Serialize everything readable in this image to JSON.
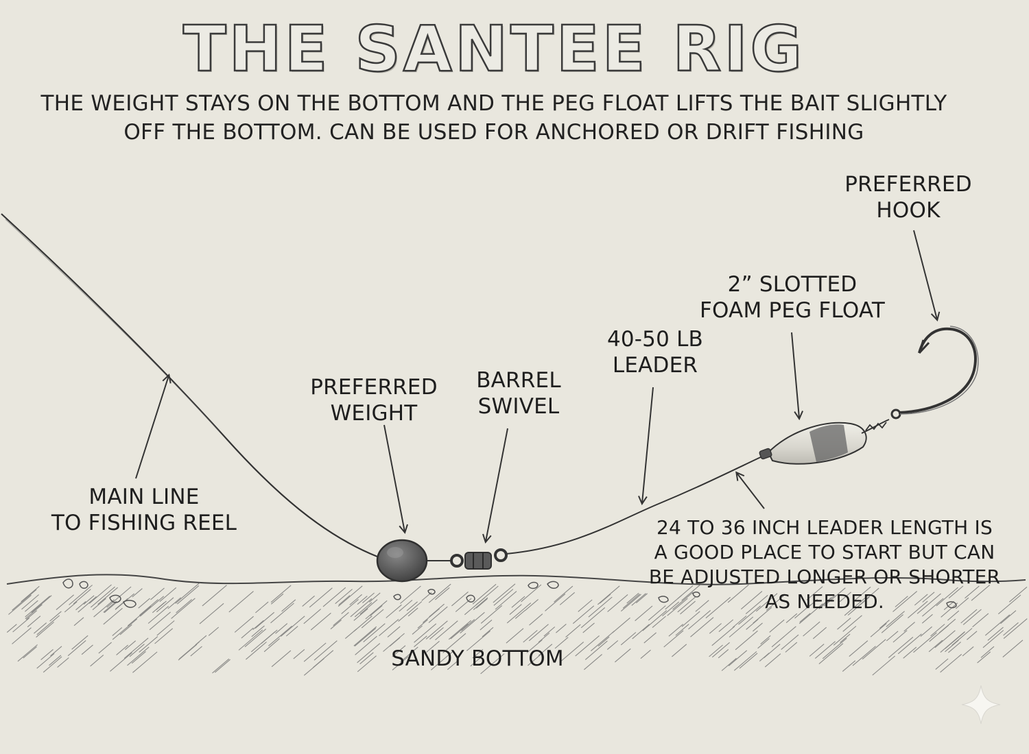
{
  "title": "THE SANTEE RIG",
  "subtitle": "THE WEIGHT STAYS ON THE BOTTOM AND THE PEG FLOAT LIFTS THE BAIT SLIGHTLY OFF THE BOTTOM. CAN BE USED FOR ANCHORED OR DRIFT FISHING",
  "labels": {
    "main_line": {
      "line1": "MAIN LINE",
      "line2": "TO FISHING REEL"
    },
    "weight": {
      "line1": "PREFERRED",
      "line2": "WEIGHT"
    },
    "swivel": {
      "line1": "BARREL",
      "line2": "SWIVEL"
    },
    "leader": {
      "line1": "40-50 LB",
      "line2": "LEADER"
    },
    "float": {
      "line1": "2” SLOTTED",
      "line2": "FOAM PEG FLOAT"
    },
    "hook": {
      "line1": "PREFERRED",
      "line2": "HOOK"
    },
    "leader_length": {
      "line1": "24 TO 36 INCH LEADER LENGTH IS",
      "line2": "A GOOD PLACE TO START BUT CAN",
      "line3": "BE ADJUSTED LONGER OR SHORTER",
      "line4": "AS NEEDED."
    },
    "bottom": "SANDY BOTTOM"
  },
  "colors": {
    "paper": "#e9e7de",
    "pencil": "#333333",
    "shade": "#555555"
  },
  "icons": [
    "sparkle-icon"
  ]
}
